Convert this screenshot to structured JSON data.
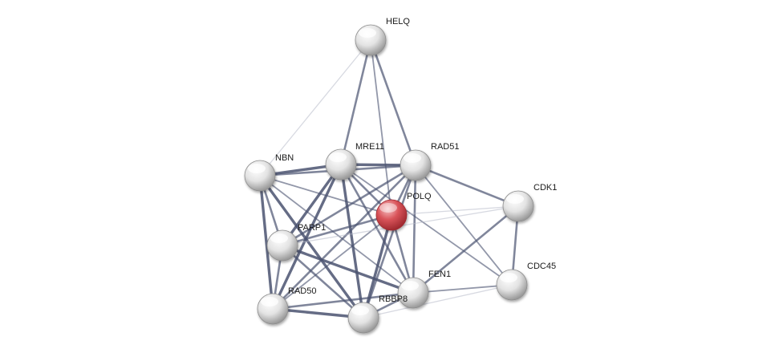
{
  "network": {
    "nodes": [
      {
        "id": "HELQ",
        "label": "HELQ",
        "query": false
      },
      {
        "id": "NBN",
        "label": "NBN",
        "query": false
      },
      {
        "id": "MRE11",
        "label": "MRE11",
        "query": false
      },
      {
        "id": "RAD51",
        "label": "RAD51",
        "query": false
      },
      {
        "id": "POLQ",
        "label": "POLQ",
        "query": true
      },
      {
        "id": "CDK1",
        "label": "CDK1",
        "query": false
      },
      {
        "id": "PARP1",
        "label": "PARP1",
        "query": false
      },
      {
        "id": "CDC45",
        "label": "CDC45",
        "query": false
      },
      {
        "id": "FEN1",
        "label": "FEN1",
        "query": false
      },
      {
        "id": "RAD50",
        "label": "RAD50",
        "query": false
      },
      {
        "id": "RBBP8",
        "label": "RBBP8",
        "query": false
      }
    ],
    "edges": [
      {
        "source": "HELQ",
        "target": "NBN",
        "strength": 1
      },
      {
        "source": "HELQ",
        "target": "MRE11",
        "strength": 3
      },
      {
        "source": "HELQ",
        "target": "RAD51",
        "strength": 3
      },
      {
        "source": "HELQ",
        "target": "POLQ",
        "strength": 2
      },
      {
        "source": "NBN",
        "target": "MRE11",
        "strength": 4
      },
      {
        "source": "NBN",
        "target": "RAD51",
        "strength": 3
      },
      {
        "source": "NBN",
        "target": "POLQ",
        "strength": 2
      },
      {
        "source": "NBN",
        "target": "PARP1",
        "strength": 3
      },
      {
        "source": "NBN",
        "target": "RAD50",
        "strength": 4
      },
      {
        "source": "NBN",
        "target": "RBBP8",
        "strength": 4
      },
      {
        "source": "NBN",
        "target": "FEN1",
        "strength": 2
      },
      {
        "source": "MRE11",
        "target": "RAD51",
        "strength": 4
      },
      {
        "source": "MRE11",
        "target": "POLQ",
        "strength": 3
      },
      {
        "source": "MRE11",
        "target": "PARP1",
        "strength": 4
      },
      {
        "source": "MRE11",
        "target": "RAD50",
        "strength": 4
      },
      {
        "source": "MRE11",
        "target": "RBBP8",
        "strength": 4
      },
      {
        "source": "MRE11",
        "target": "FEN1",
        "strength": 3
      },
      {
        "source": "MRE11",
        "target": "CDC45",
        "strength": 2
      },
      {
        "source": "RAD51",
        "target": "POLQ",
        "strength": 3
      },
      {
        "source": "RAD51",
        "target": "PARP1",
        "strength": 3
      },
      {
        "source": "RAD51",
        "target": "RAD50",
        "strength": 3
      },
      {
        "source": "RAD51",
        "target": "RBBP8",
        "strength": 3
      },
      {
        "source": "RAD51",
        "target": "FEN1",
        "strength": 3
      },
      {
        "source": "RAD51",
        "target": "CDK1",
        "strength": 3
      },
      {
        "source": "RAD51",
        "target": "CDC45",
        "strength": 2
      },
      {
        "source": "POLQ",
        "target": "PARP1",
        "strength": 3
      },
      {
        "source": "POLQ",
        "target": "RAD50",
        "strength": 2
      },
      {
        "source": "POLQ",
        "target": "RBBP8",
        "strength": 4
      },
      {
        "source": "POLQ",
        "target": "FEN1",
        "strength": 3
      },
      {
        "source": "POLQ",
        "target": "CDK1",
        "strength": 1
      },
      {
        "source": "PARP1",
        "target": "RAD50",
        "strength": 3
      },
      {
        "source": "PARP1",
        "target": "RBBP8",
        "strength": 3
      },
      {
        "source": "PARP1",
        "target": "FEN1",
        "strength": 4
      },
      {
        "source": "PARP1",
        "target": "CDK1",
        "strength": 1
      },
      {
        "source": "CDK1",
        "target": "CDC45",
        "strength": 3
      },
      {
        "source": "CDK1",
        "target": "FEN1",
        "strength": 3
      },
      {
        "source": "CDC45",
        "target": "FEN1",
        "strength": 2
      },
      {
        "source": "CDC45",
        "target": "RBBP8",
        "strength": 1
      },
      {
        "source": "FEN1",
        "target": "RAD50",
        "strength": 3
      },
      {
        "source": "FEN1",
        "target": "RBBP8",
        "strength": 3
      },
      {
        "source": "RAD50",
        "target": "RBBP8",
        "strength": 4
      }
    ]
  },
  "colors": {
    "background": "#ffffff",
    "edge_strong": "#4a5270",
    "edge_weak": "#b7bac9",
    "node_fill": "#e6e6e6",
    "node_highlight": "#ffffff",
    "node_shade": "#9a9a9a",
    "query_fill": "#d9545a",
    "query_highlight": "#f3b3b6",
    "query_shade": "#a02a30",
    "label_text": "#1a1a1a"
  }
}
